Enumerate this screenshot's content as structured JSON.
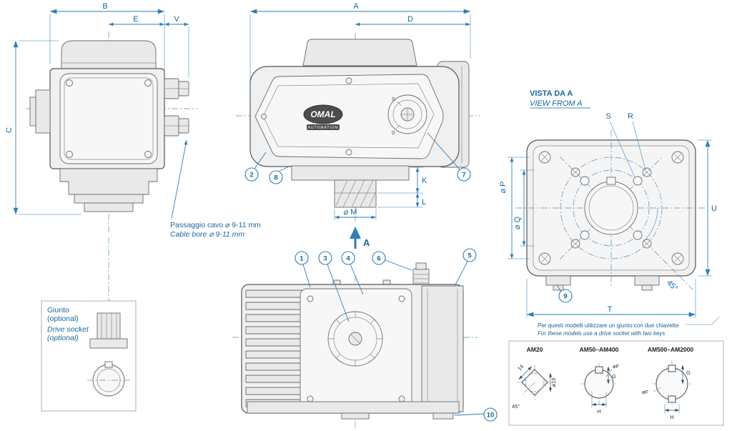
{
  "drawing": {
    "dimensions": {
      "a": "A",
      "b": "B",
      "c": "C",
      "d": "D",
      "e": "E",
      "v": "V",
      "k": "K",
      "l": "L",
      "m": "⌀ M",
      "p": "⌀ P",
      "q": "⌀ Q",
      "r": "R",
      "s": "S",
      "t": "T",
      "u": "U",
      "angle": "45°"
    },
    "callouts": {
      "c1": "1",
      "c2": "2",
      "c3": "3",
      "c4": "4",
      "c5": "5",
      "c6": "6",
      "c7": "7",
      "c8": "8",
      "c9": "9",
      "c10": "10"
    },
    "side_view": {
      "cable_note_it": "Passaggio cavo ⌀ 9-11 mm",
      "cable_note_en": "Cable bore ⌀ 9-11 mm"
    },
    "front_view": {
      "logo": "OMAL",
      "logo_sub": "AUTOMATION",
      "indicator_s": "S",
      "indicator_zero": "0",
      "section_label": "A"
    },
    "view_from_a": {
      "title_it": "VISTA DA A",
      "title_en": "VIEW FROM A"
    },
    "drive_socket_box": {
      "title_it": "Giunto",
      "optional_it": "(optional)",
      "title_en": "Drive socket",
      "optional_en": "(optional)"
    },
    "key_note": {
      "line_it": "Per questi modelli utilizzare un giunto con due chiavette",
      "line_en": "For these models use a drive socket with two keys",
      "models": [
        "AM20",
        "AM50–AM400",
        "AM500–AM2000"
      ],
      "am20": {
        "side": "14",
        "diameter": "ø19",
        "angle": "45°"
      },
      "am50_am400": {
        "f": "øF",
        "g": "G",
        "h": "H"
      },
      "am500_am2000": {
        "f": "øF",
        "g": "G",
        "h": "H"
      }
    }
  }
}
